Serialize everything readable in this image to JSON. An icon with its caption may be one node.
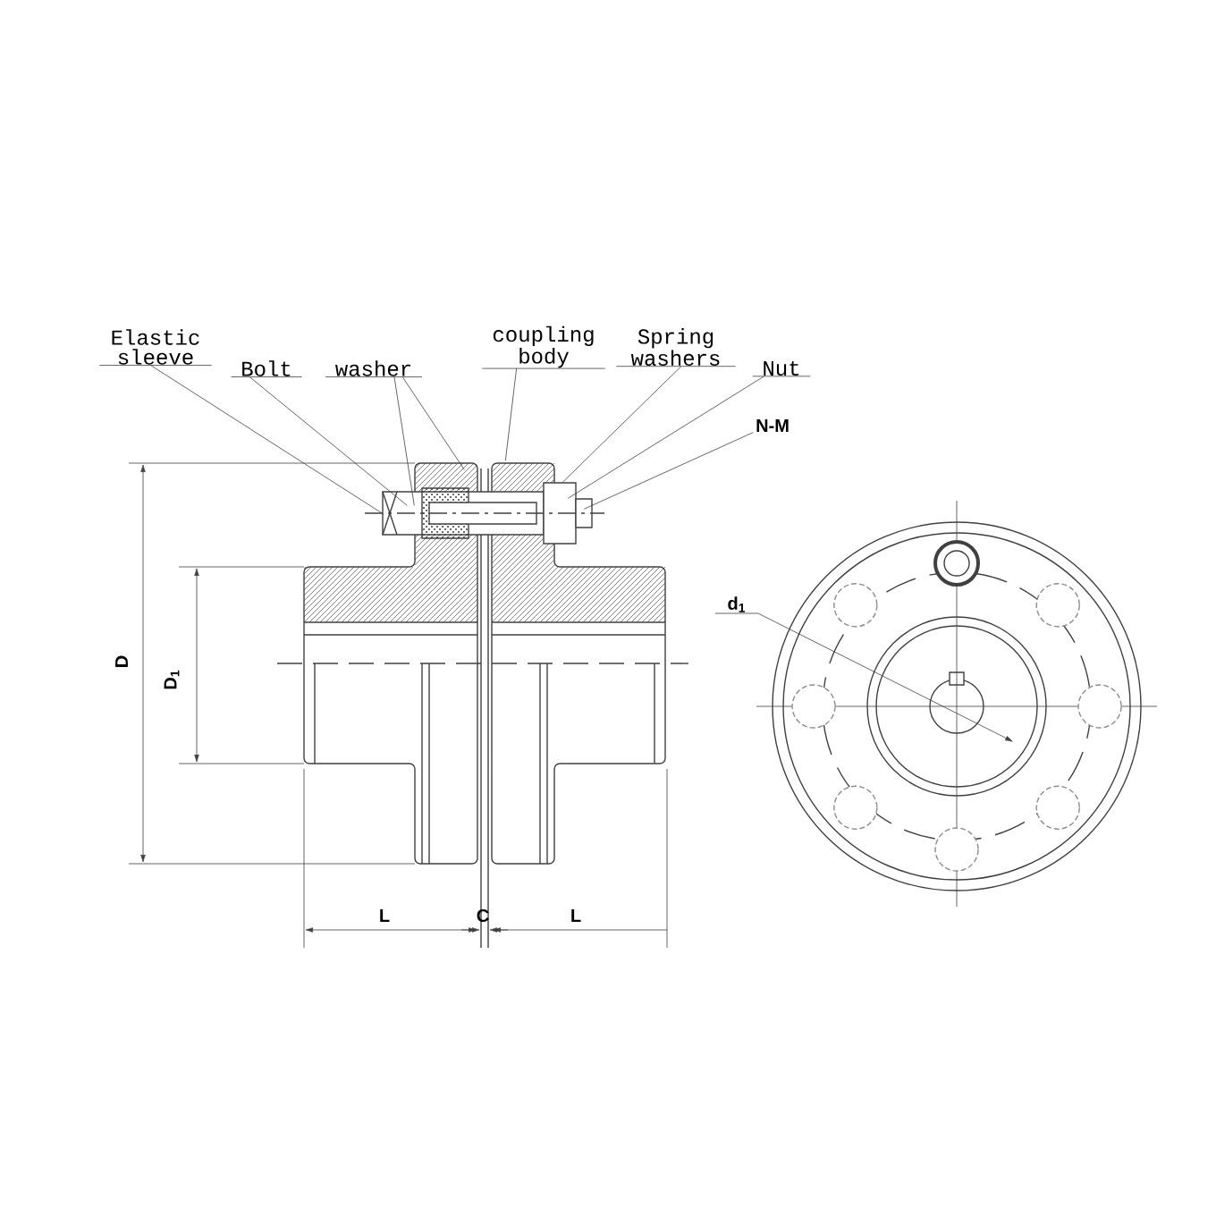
{
  "diagram": {
    "nodes": [
      {
        "text": [
          "Elastic sleeve"
        ]
      },
      {
        "text": [
          "Bolt"
        ]
      },
      {
        "text": [
          "washer"
        ]
      },
      {
        "text": [
          "coupling body"
        ]
      },
      {
        "text": [
          "Spring washers"
        ]
      },
      {
        "text": [
          "Nut"
        ]
      },
      {
        "text": [
          "N-M"
        ]
      },
      {
        "text": [],
        "shape": "picture"
      }
    ],
    "edges": [
      {
        "from": 0,
        "to": 7,
        "arrow": "none"
      },
      {
        "from": 1,
        "to": 7,
        "arrow": "none"
      },
      {
        "from": 2,
        "to": 7,
        "arrow": "none"
      },
      {
        "from": 2,
        "to": 7,
        "arrow": "none"
      },
      {
        "from": 3,
        "to": 7,
        "arrow": "none"
      },
      {
        "from": 4,
        "to": 7,
        "arrow": "none"
      },
      {
        "from": 5,
        "to": 7,
        "arrow": "none"
      },
      {
        "from": 6,
        "to": 7,
        "arrow": "none"
      }
    ],
    "labels": [
      "D",
      "D$_{1}$",
      "L",
      "C",
      "L",
      "d$_{1}$"
    ]
  }
}
